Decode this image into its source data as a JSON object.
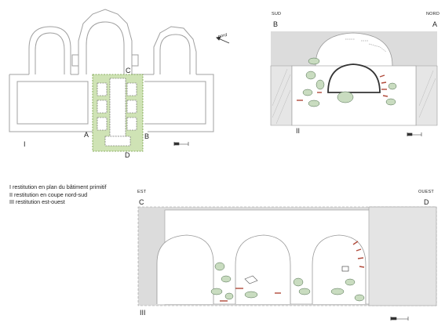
{
  "plan": {
    "numeral": "I",
    "north_label": "nord",
    "corners": {
      "a": "A",
      "b": "B",
      "c": "C",
      "d": "D"
    }
  },
  "section_ns": {
    "numeral": "II",
    "left_dir": "SUD",
    "right_dir": "NORD",
    "left_letter": "B",
    "right_letter": "A"
  },
  "section_eo": {
    "numeral": "III",
    "left_dir": "EST",
    "right_dir": "OUEST",
    "left_letter": "C",
    "right_letter": "D"
  },
  "caption": [
    "I restitution en plan du bâtiment primitif",
    "II restitution en coupe nord-sud",
    "III restitution est-ouest"
  ],
  "colors": {
    "outline": "#9a9a9a",
    "fill_grey": "#dcdcdc",
    "green_fill": "#cfe3b5",
    "green_stroke": "#6f9a3e",
    "brick": "#b04a3a",
    "dark": "#333333"
  }
}
